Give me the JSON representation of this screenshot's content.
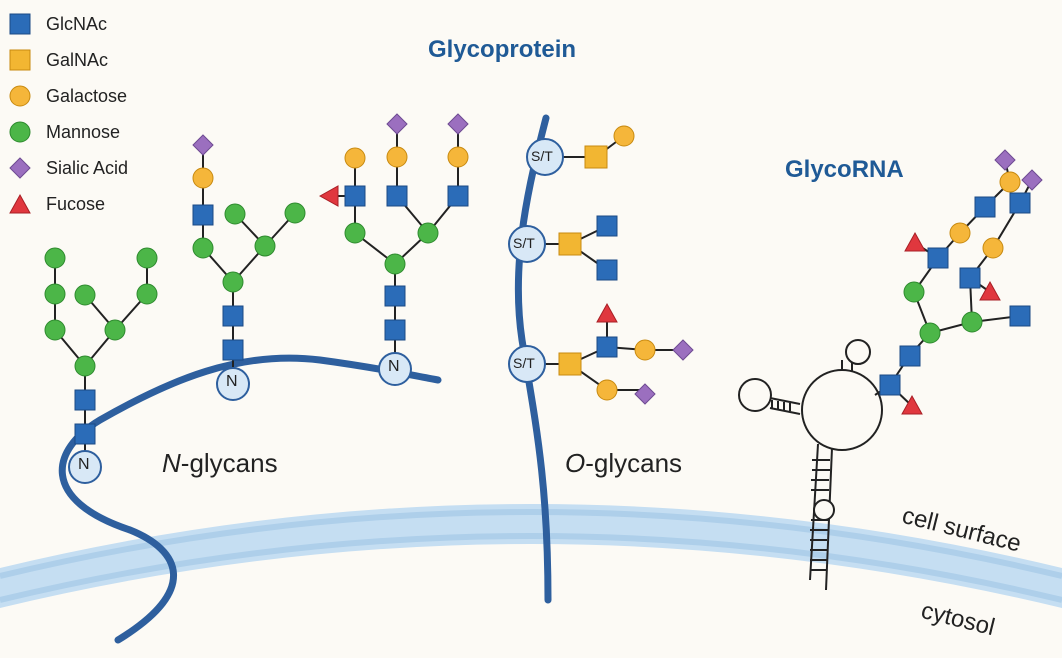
{
  "legend": [
    {
      "label": "GlcNAc",
      "icon": "blue-square-icon",
      "color": "#2b6cb8"
    },
    {
      "label": "GalNAc",
      "icon": "yellow-square-icon",
      "color": "#f2b632"
    },
    {
      "label": "Galactose",
      "icon": "yellow-circle-icon",
      "color": "#f5b63a"
    },
    {
      "label": "Mannose",
      "icon": "green-circle-icon",
      "color": "#4cb648"
    },
    {
      "label": "Sialic Acid",
      "icon": "purple-diamond-icon",
      "color": "#9b6fbf"
    },
    {
      "label": "Fucose",
      "icon": "red-triangle-icon",
      "color": "#e0373e"
    }
  ],
  "titles": {
    "glycoprotein": "Glycoprotein",
    "glycorna": "GlycoRNA"
  },
  "labels": {
    "n_prefix": "N",
    "n_suffix": "-glycans",
    "o_prefix": "O",
    "o_suffix": "-glycans",
    "cell_surface": "cell surface",
    "cytosol": "cytosol",
    "n_site": "N",
    "st_site": "S/T"
  },
  "colors": {
    "background": "#fcfaf5",
    "membrane": "#c5def2",
    "protein": "#2e5f9e",
    "title": "#1f5a96"
  }
}
